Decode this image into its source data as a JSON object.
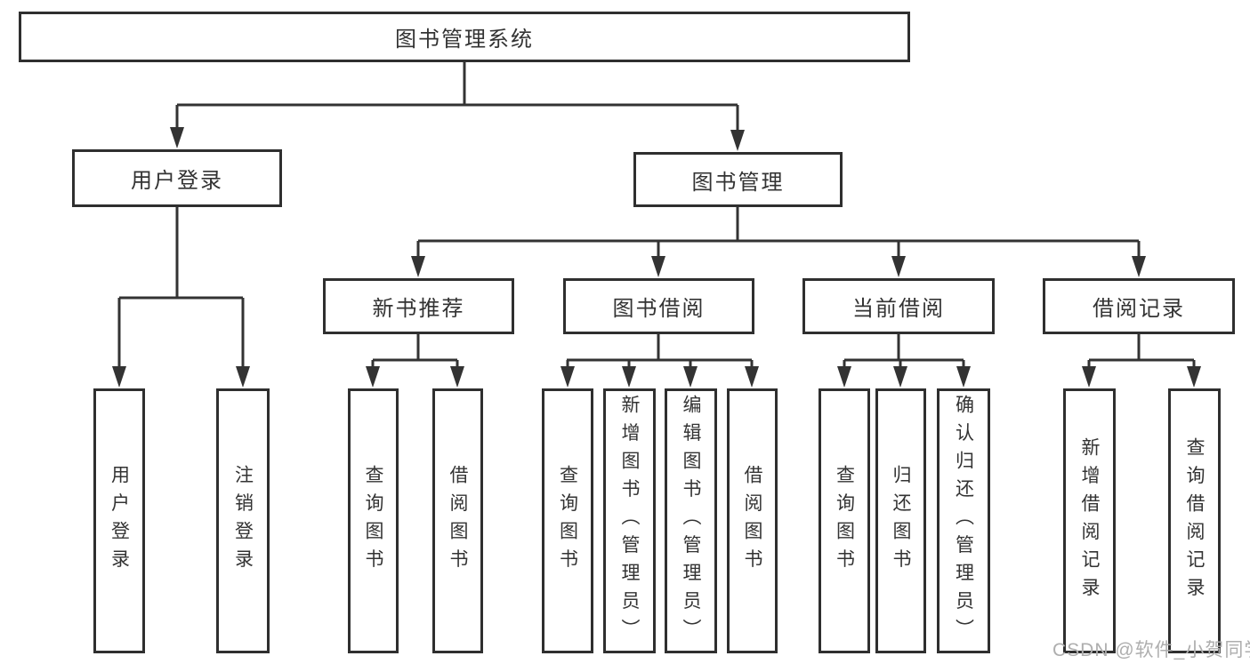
{
  "diagram_title": "图书管理系统",
  "colors": {
    "line": "#333333",
    "border": "#2f2f2f",
    "text": "#333333",
    "background": "#ffffff",
    "watermark": "#aeaeae"
  },
  "nodes": {
    "root": "图书管理系统",
    "user_login": "用户登录",
    "book_management": "图书管理",
    "new_book_rec": "新书推荐",
    "book_borrow": "图书借阅",
    "current_borrow": "当前借阅",
    "borrow_records": "借阅记录",
    "g1_user_login": "用户登录",
    "g1_logout": "注销登录",
    "g2_query_book": "查询图书",
    "g2_borrow_book": "借阅图书",
    "g3_query_book": "查询图书",
    "g3_add_book": "新增图书（管理员）",
    "g3_edit_book": "编辑图书（管理员）",
    "g3_borrow_book": "借阅图书",
    "g4_query_book": "查询图书",
    "g4_return_book": "归还图书",
    "g4_confirm_return": "确认归还（管理员）",
    "g5_add_record": "新增借阅记录",
    "g5_query_record": "查询借阅记录"
  },
  "hierarchy": {
    "label": "图书管理系统",
    "children": [
      {
        "label": "用户登录",
        "children": [
          {
            "label": "用户登录"
          },
          {
            "label": "注销登录"
          }
        ]
      },
      {
        "label": "图书管理",
        "children": [
          {
            "label": "新书推荐",
            "children": [
              {
                "label": "查询图书"
              },
              {
                "label": "借阅图书"
              }
            ]
          },
          {
            "label": "图书借阅",
            "children": [
              {
                "label": "查询图书"
              },
              {
                "label": "新增图书（管理员）"
              },
              {
                "label": "编辑图书（管理员）"
              },
              {
                "label": "借阅图书"
              }
            ]
          },
          {
            "label": "当前借阅",
            "children": [
              {
                "label": "查询图书"
              },
              {
                "label": "归还图书"
              },
              {
                "label": "确认归还（管理员）"
              }
            ]
          },
          {
            "label": "借阅记录",
            "children": [
              {
                "label": "新增借阅记录"
              },
              {
                "label": "查询借阅记录"
              }
            ]
          }
        ]
      }
    ]
  },
  "watermark": "CSDN @软件_小贺同学"
}
